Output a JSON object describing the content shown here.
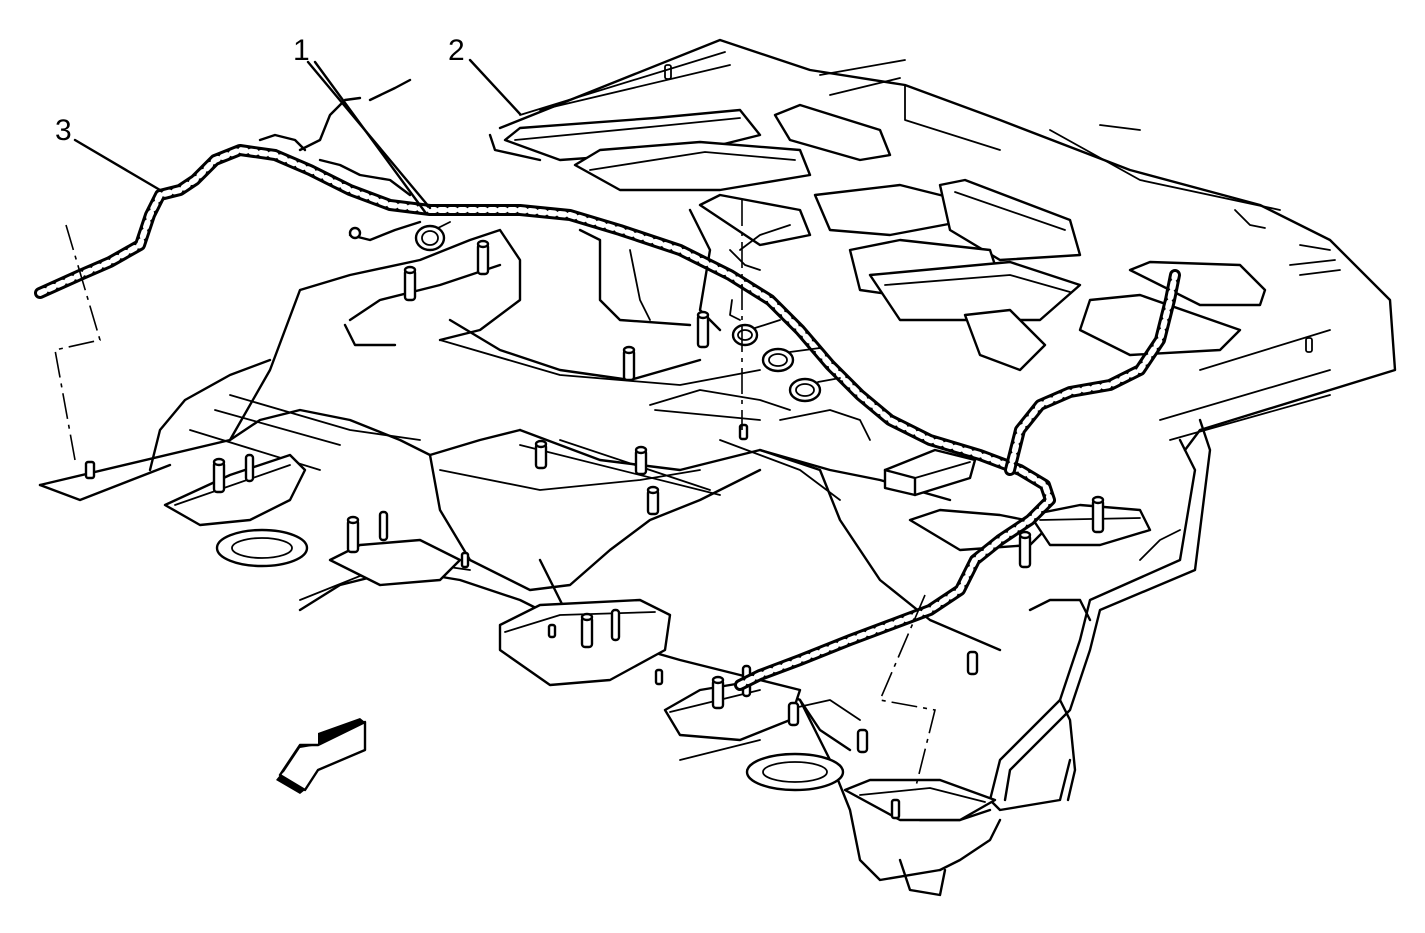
{
  "callouts": [
    {
      "id": "1",
      "text": "1"
    },
    {
      "id": "2",
      "text": "2"
    },
    {
      "id": "3",
      "text": "3"
    }
  ],
  "colors": {
    "line": "#000000",
    "background": "#ffffff",
    "arrow_fill": "#000000"
  },
  "icons": {
    "direction_arrow": "front-direction-arrow-icon"
  }
}
